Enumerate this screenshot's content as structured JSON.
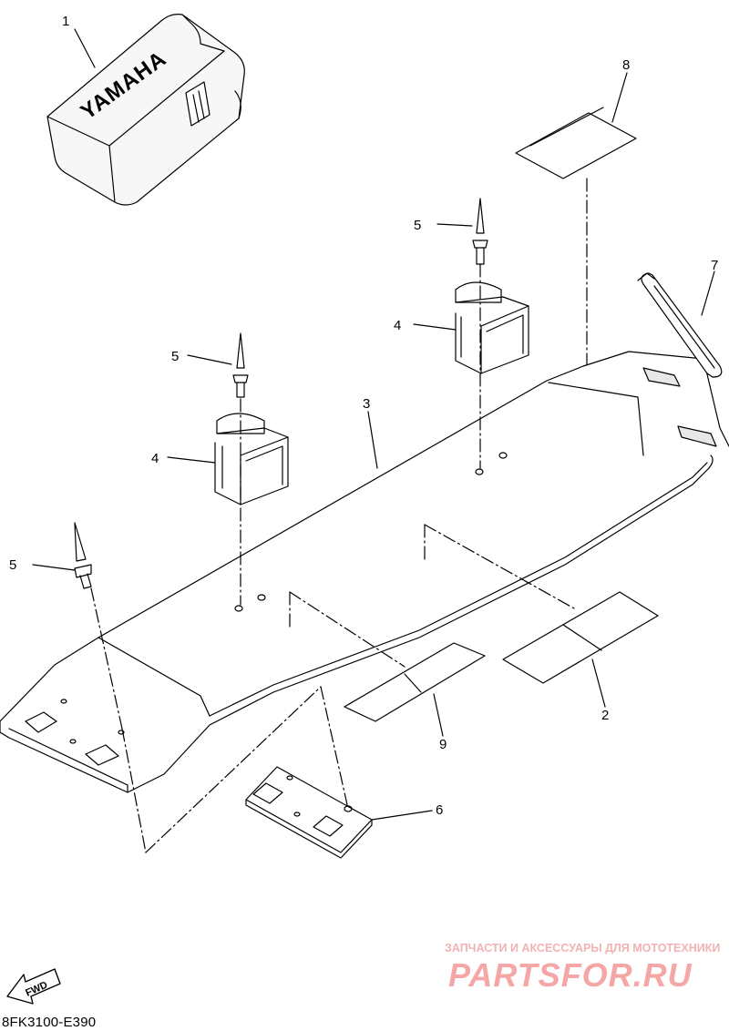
{
  "cover": {
    "brand": "YAMAHA"
  },
  "callouts": {
    "c1": "1",
    "c2": "2",
    "c3": "3",
    "c4a": "4",
    "c4b": "4",
    "c5a": "5",
    "c5b": "5",
    "c5c": "5",
    "c6": "6",
    "c7": "7",
    "c8": "8",
    "c9": "9"
  },
  "fwd_label": "FWD",
  "diagram_code": "8FK3100-E390",
  "watermark": {
    "tagline": "ЗАПЧАСТИ И АКСЕССУАРЫ ДЛЯ МОТОТЕХНИКИ",
    "site": "PARTSFOR.RU"
  }
}
